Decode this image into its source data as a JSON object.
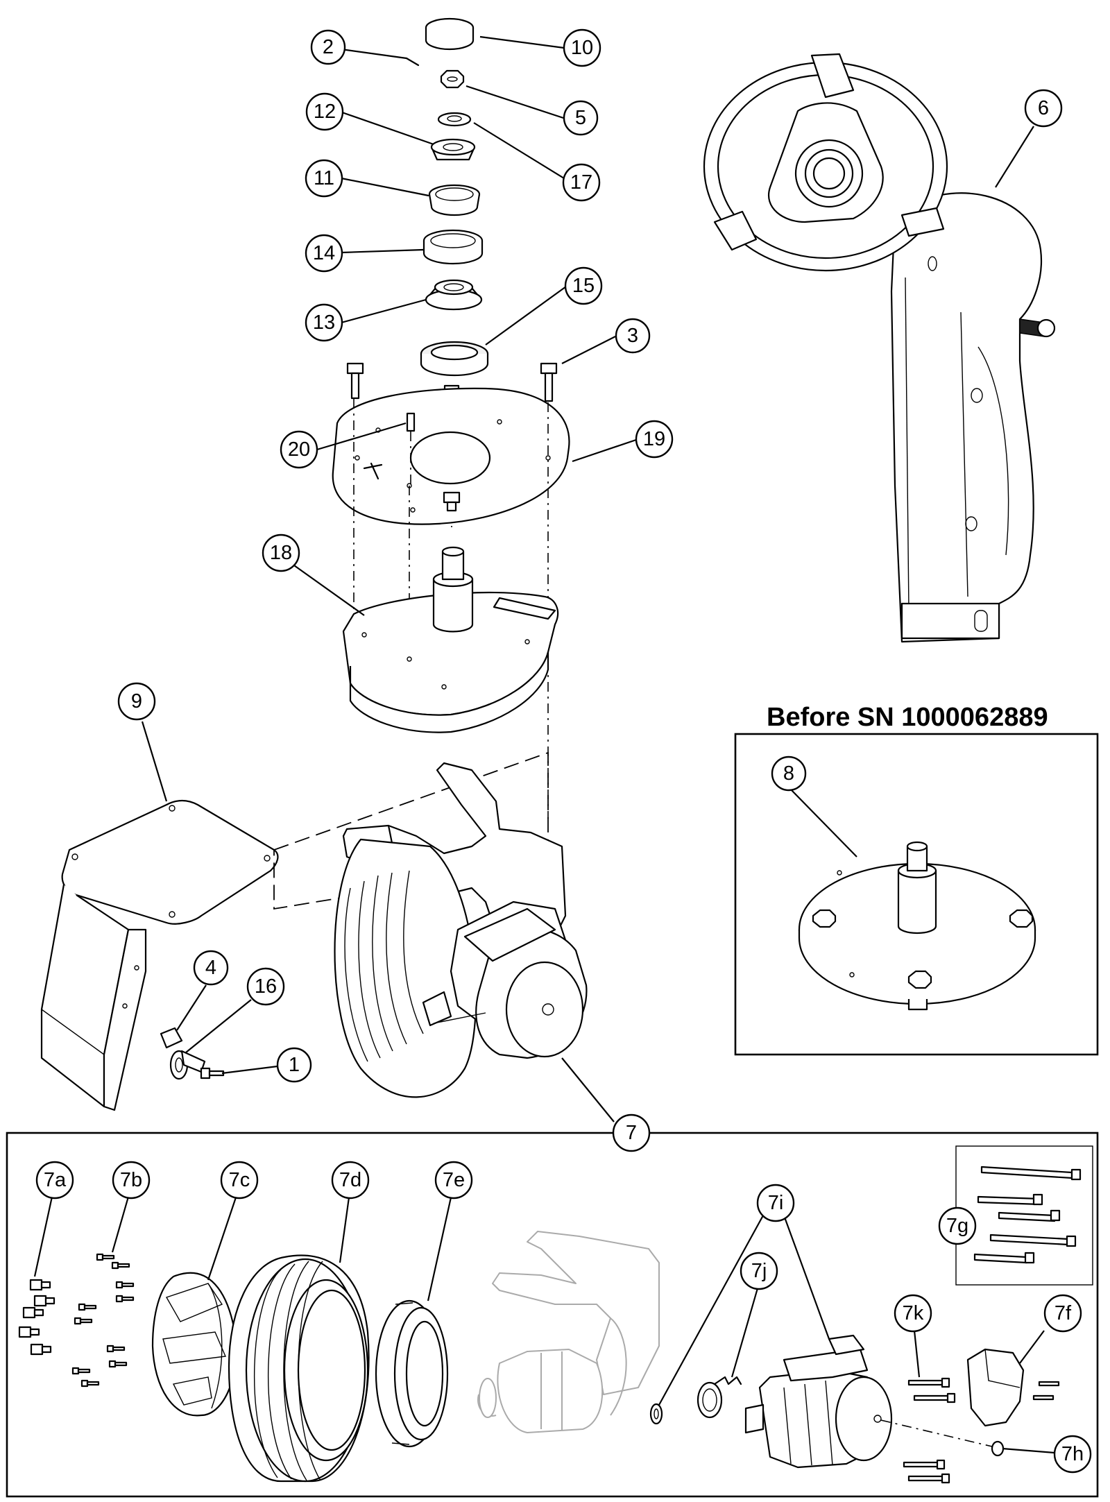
{
  "inset": {
    "title": "Before SN 1000062889"
  },
  "callouts": [
    {
      "id": "c2",
      "label": "2"
    },
    {
      "id": "c10",
      "label": "10"
    },
    {
      "id": "c5",
      "label": "5"
    },
    {
      "id": "c12",
      "label": "12"
    },
    {
      "id": "c17",
      "label": "17"
    },
    {
      "id": "c11",
      "label": "11"
    },
    {
      "id": "c14",
      "label": "14"
    },
    {
      "id": "c15",
      "label": "15"
    },
    {
      "id": "c13",
      "label": "13"
    },
    {
      "id": "c3",
      "label": "3"
    },
    {
      "id": "c20",
      "label": "20"
    },
    {
      "id": "c19",
      "label": "19"
    },
    {
      "id": "c18",
      "label": "18"
    },
    {
      "id": "c6",
      "label": "6"
    },
    {
      "id": "c9",
      "label": "9"
    },
    {
      "id": "c8",
      "label": "8"
    },
    {
      "id": "c4",
      "label": "4"
    },
    {
      "id": "c16",
      "label": "16"
    },
    {
      "id": "c1",
      "label": "1"
    },
    {
      "id": "c7",
      "label": "7"
    },
    {
      "id": "c7a",
      "label": "7a"
    },
    {
      "id": "c7b",
      "label": "7b"
    },
    {
      "id": "c7c",
      "label": "7c"
    },
    {
      "id": "c7d",
      "label": "7d"
    },
    {
      "id": "c7e",
      "label": "7e"
    },
    {
      "id": "c7i",
      "label": "7i"
    },
    {
      "id": "c7g",
      "label": "7g"
    },
    {
      "id": "c7j",
      "label": "7j"
    },
    {
      "id": "c7k",
      "label": "7k"
    },
    {
      "id": "c7f",
      "label": "7f"
    },
    {
      "id": "c7h",
      "label": "7h"
    }
  ]
}
